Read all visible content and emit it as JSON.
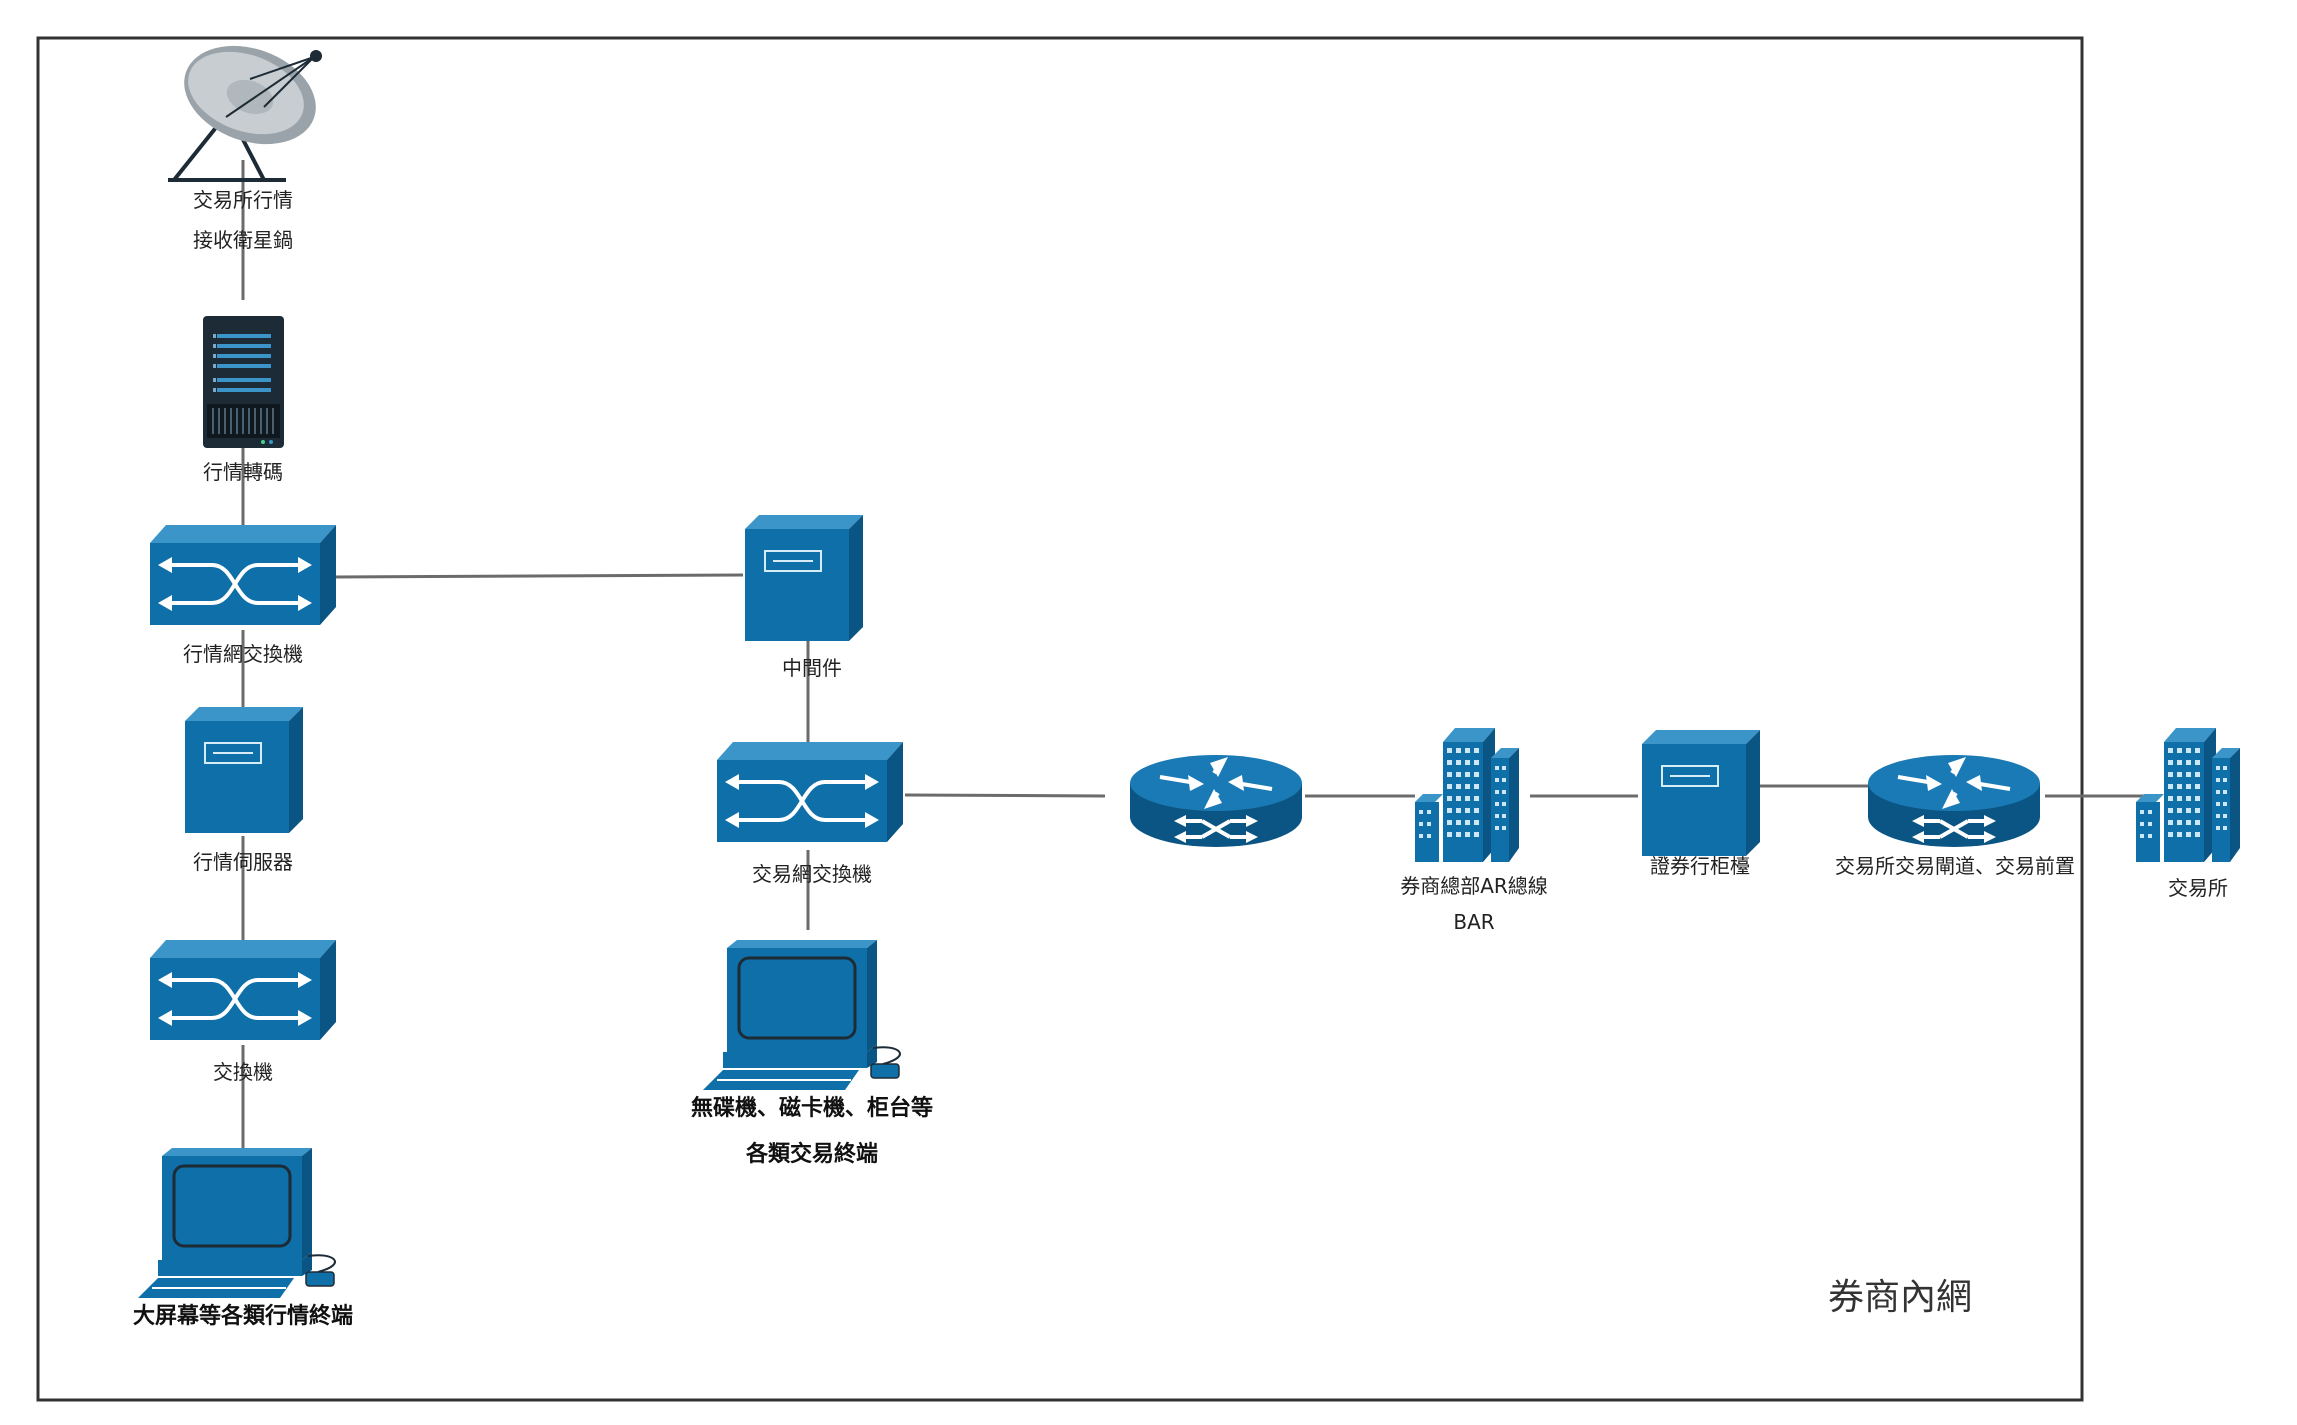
{
  "colors": {
    "device": "#0f6fa8",
    "device_top": "#3b95c8",
    "device_side": "#0a5584",
    "line": "#6b6b6b",
    "frame": "#333333",
    "screen_dark": "#1d2b36"
  },
  "region": {
    "label": "券商內網"
  },
  "nodes": {
    "satellite": {
      "icon": "satellite-dish-icon",
      "label_1": "交易所行情",
      "label_2": "接收衛星鍋"
    },
    "transcoder": {
      "icon": "server-rack-icon",
      "label": "行情轉碼"
    },
    "market_switch": {
      "icon": "switch-icon",
      "label": "行情網交換機"
    },
    "market_server": {
      "icon": "server-icon",
      "label": "行情伺服器"
    },
    "switch": {
      "icon": "switch-icon",
      "label": "交換機"
    },
    "market_terminal": {
      "icon": "workstation-icon",
      "label": "大屏幕等各類行情終端"
    },
    "middleware": {
      "icon": "server-icon",
      "label": "中間件"
    },
    "trade_switch": {
      "icon": "switch-icon",
      "label": "交易網交換機"
    },
    "trade_terminal": {
      "icon": "workstation-icon",
      "label_1": "無碟機、磁卡機、柜台等",
      "label_2": "各類交易終端"
    },
    "router_1": {
      "icon": "router-icon"
    },
    "broker_hq": {
      "icon": "office-building-icon",
      "label_1": "券商總部AR總線",
      "label_2": "BAR"
    },
    "broker_counter": {
      "icon": "server-icon",
      "label": "證券行柜檯"
    },
    "router_2": {
      "icon": "router-icon",
      "label": "交易所交易閘道、交易前置"
    },
    "exchange": {
      "icon": "office-building-icon",
      "label": "交易所"
    }
  }
}
